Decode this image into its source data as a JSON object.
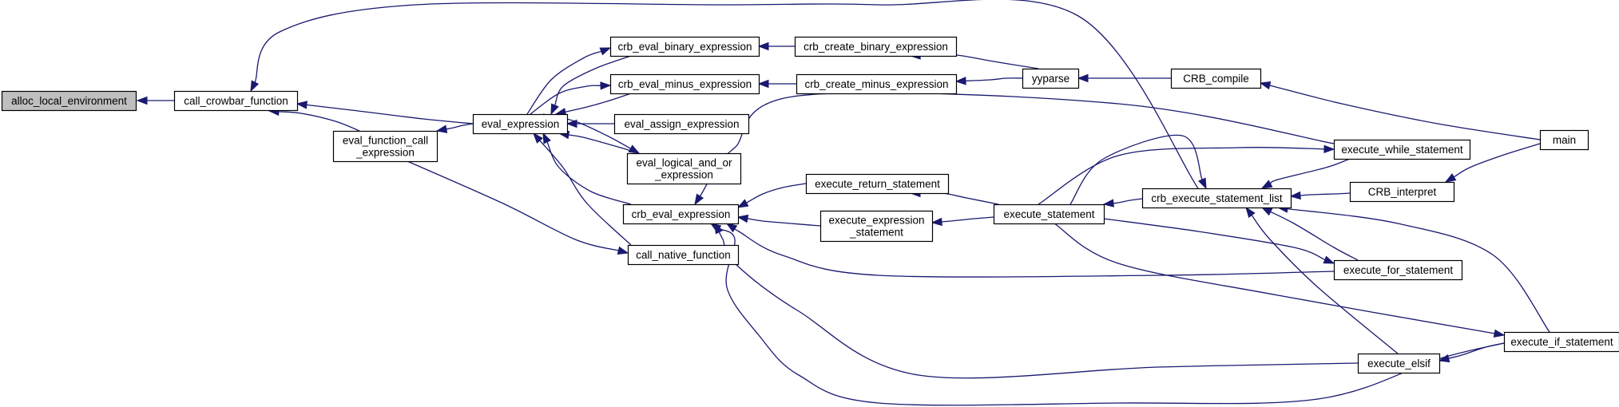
{
  "graph": {
    "edge_color": "#191970",
    "root_fill": "#bfbfbf",
    "nodes": [
      {
        "id": "alloc_local_environment",
        "lines": [
          "alloc_local_environment"
        ],
        "root": true
      },
      {
        "id": "call_crowbar_function",
        "lines": [
          "call_crowbar_function"
        ]
      },
      {
        "id": "eval_function_call_expression",
        "lines": [
          "eval_function_call",
          "_expression"
        ]
      },
      {
        "id": "eval_expression",
        "lines": [
          "eval_expression"
        ]
      },
      {
        "id": "crb_eval_binary_expression",
        "lines": [
          "crb_eval_binary_expression"
        ]
      },
      {
        "id": "crb_eval_minus_expression",
        "lines": [
          "crb_eval_minus_expression"
        ]
      },
      {
        "id": "eval_assign_expression",
        "lines": [
          "eval_assign_expression"
        ]
      },
      {
        "id": "eval_logical_and_or_expression",
        "lines": [
          "eval_logical_and_or",
          "_expression"
        ]
      },
      {
        "id": "crb_eval_expression",
        "lines": [
          "crb_eval_expression"
        ]
      },
      {
        "id": "call_native_function",
        "lines": [
          "call_native_function"
        ]
      },
      {
        "id": "crb_create_binary_expression",
        "lines": [
          "crb_create_binary_expression"
        ]
      },
      {
        "id": "crb_create_minus_expression",
        "lines": [
          "crb_create_minus_expression"
        ]
      },
      {
        "id": "execute_return_statement",
        "lines": [
          "execute_return_statement"
        ]
      },
      {
        "id": "execute_expression_statement",
        "lines": [
          "execute_expression",
          "_statement"
        ]
      },
      {
        "id": "yyparse",
        "lines": [
          "yyparse"
        ]
      },
      {
        "id": "execute_statement",
        "lines": [
          "execute_statement"
        ]
      },
      {
        "id": "CRB_compile",
        "lines": [
          "CRB_compile"
        ]
      },
      {
        "id": "crb_execute_statement_list",
        "lines": [
          "crb_execute_statement_list"
        ]
      },
      {
        "id": "execute_while_statement",
        "lines": [
          "execute_while_statement"
        ]
      },
      {
        "id": "CRB_interpret",
        "lines": [
          "CRB_interpret"
        ]
      },
      {
        "id": "execute_for_statement",
        "lines": [
          "execute_for_statement"
        ]
      },
      {
        "id": "execute_elsif",
        "lines": [
          "execute_elsif"
        ]
      },
      {
        "id": "execute_if_statement",
        "lines": [
          "execute_if_statement"
        ]
      },
      {
        "id": "main",
        "lines": [
          "main"
        ]
      }
    ],
    "edges": [
      {
        "caller": "call_crowbar_function",
        "callee": "alloc_local_environment"
      },
      {
        "caller": "eval_function_call_expression",
        "callee": "call_crowbar_function"
      },
      {
        "caller": "eval_expression",
        "callee": "call_crowbar_function"
      },
      {
        "caller": "crb_execute_statement_list",
        "callee": "call_crowbar_function"
      },
      {
        "caller": "eval_expression",
        "callee": "eval_function_call_expression"
      },
      {
        "caller": "crb_eval_binary_expression",
        "callee": "eval_expression"
      },
      {
        "caller": "crb_eval_minus_expression",
        "callee": "eval_expression"
      },
      {
        "caller": "eval_assign_expression",
        "callee": "eval_expression"
      },
      {
        "caller": "eval_logical_and_or_expression",
        "callee": "eval_expression"
      },
      {
        "caller": "crb_eval_expression",
        "callee": "eval_expression"
      },
      {
        "caller": "call_native_function",
        "callee": "eval_expression"
      },
      {
        "caller": "eval_expression",
        "callee": "crb_eval_binary_expression"
      },
      {
        "caller": "eval_expression",
        "callee": "crb_eval_minus_expression"
      },
      {
        "caller": "eval_expression",
        "callee": "eval_logical_and_or_expression"
      },
      {
        "caller": "eval_function_call_expression",
        "callee": "call_native_function"
      },
      {
        "caller": "crb_create_binary_expression",
        "callee": "crb_eval_binary_expression"
      },
      {
        "caller": "crb_create_minus_expression",
        "callee": "crb_eval_minus_expression"
      },
      {
        "caller": "yyparse",
        "callee": "crb_create_binary_expression"
      },
      {
        "caller": "yyparse",
        "callee": "crb_create_minus_expression"
      },
      {
        "caller": "CRB_compile",
        "callee": "yyparse"
      },
      {
        "caller": "main",
        "callee": "CRB_compile"
      },
      {
        "caller": "execute_return_statement",
        "callee": "crb_eval_expression"
      },
      {
        "caller": "execute_expression_statement",
        "callee": "crb_eval_expression"
      },
      {
        "caller": "execute_while_statement",
        "callee": "crb_eval_expression"
      },
      {
        "caller": "execute_for_statement",
        "callee": "crb_eval_expression"
      },
      {
        "caller": "execute_elsif",
        "callee": "crb_eval_expression"
      },
      {
        "caller": "execute_if_statement",
        "callee": "crb_eval_expression"
      },
      {
        "caller": "execute_statement",
        "callee": "execute_return_statement"
      },
      {
        "caller": "execute_statement",
        "callee": "execute_expression_statement"
      },
      {
        "caller": "crb_execute_statement_list",
        "callee": "execute_statement"
      },
      {
        "caller": "execute_statement",
        "callee": "crb_execute_statement_list"
      },
      {
        "caller": "execute_while_statement",
        "callee": "crb_execute_statement_list"
      },
      {
        "caller": "CRB_interpret",
        "callee": "crb_execute_statement_list"
      },
      {
        "caller": "execute_for_statement",
        "callee": "crb_execute_statement_list"
      },
      {
        "caller": "execute_elsif",
        "callee": "crb_execute_statement_list"
      },
      {
        "caller": "execute_if_statement",
        "callee": "crb_execute_statement_list"
      },
      {
        "caller": "execute_statement",
        "callee": "execute_while_statement"
      },
      {
        "caller": "execute_statement",
        "callee": "execute_for_statement"
      },
      {
        "caller": "execute_statement",
        "callee": "execute_if_statement"
      },
      {
        "caller": "main",
        "callee": "CRB_interpret"
      },
      {
        "caller": "execute_if_statement",
        "callee": "execute_elsif"
      }
    ]
  }
}
